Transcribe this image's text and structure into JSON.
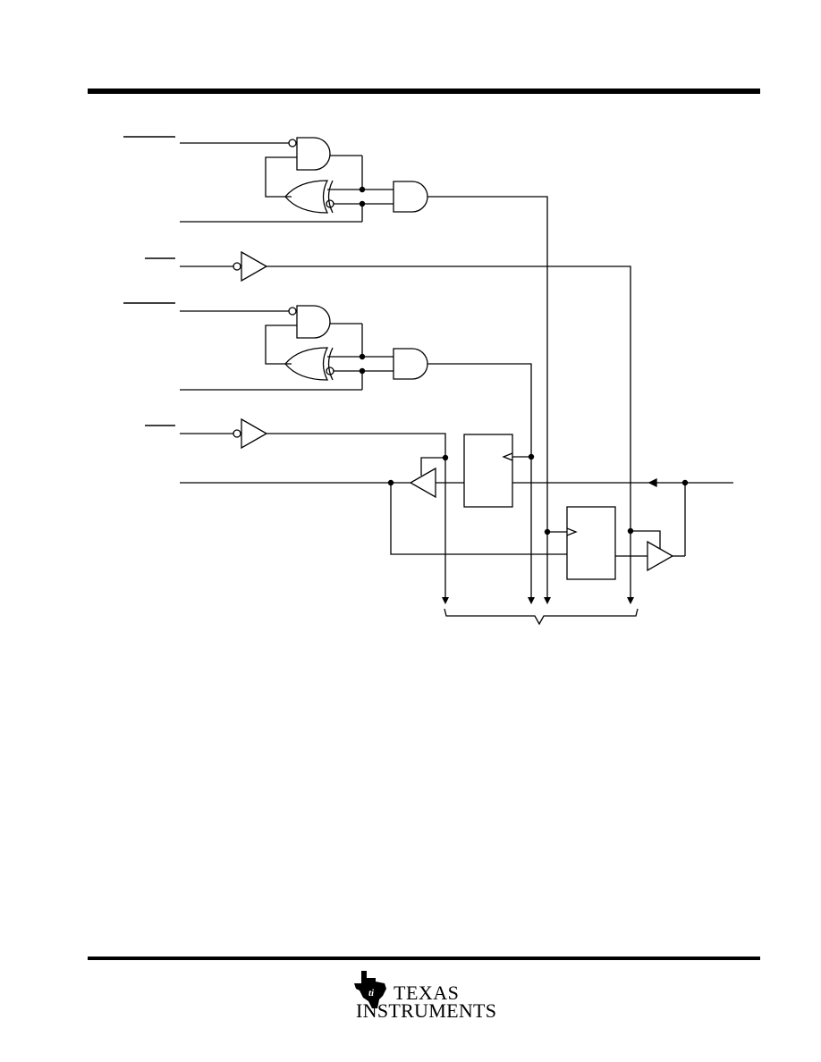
{
  "header": {
    "rule_color": "#000000"
  },
  "diagram": {
    "type": "logic-schematic",
    "components": {
      "and_gates": 4,
      "or_gates": 2,
      "buffers": 4,
      "registers": 2
    },
    "line_color": "#000000"
  },
  "footer": {
    "logo": {
      "line1": "TEXAS",
      "line2": "INSTRUMENTS",
      "emblem": "ti-state-emblem-icon"
    }
  }
}
